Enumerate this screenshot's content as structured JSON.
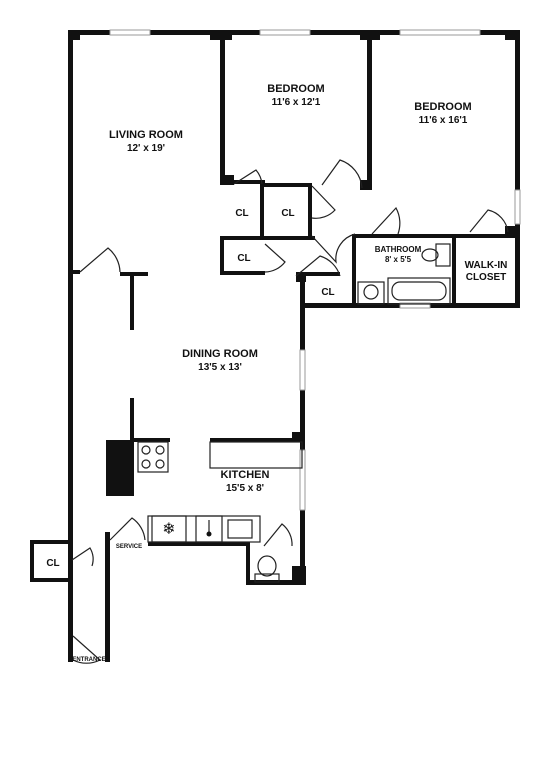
{
  "rooms": {
    "living_room": {
      "name": "LIVING ROOM",
      "size": "12' x 19'"
    },
    "bedroom_1": {
      "name": "BEDROOM",
      "size": "11'6 x 12'1"
    },
    "bedroom_2": {
      "name": "BEDROOM",
      "size": "11'6 x 16'1"
    },
    "dining_room": {
      "name": "DINING ROOM",
      "size": "13'5 x 13'"
    },
    "kitchen": {
      "name": "KITCHEN",
      "size": "15'5 x 8'"
    },
    "bathroom": {
      "name": "BATHROOM",
      "size": "8' x 5'5"
    },
    "walk_in_closet": {
      "name_line1": "WALK-IN",
      "name_line2": "CLOSET"
    }
  },
  "closets": {
    "cl_1": "CL",
    "cl_2": "CL",
    "cl_3": "CL",
    "cl_4": "CL",
    "cl_5": "CL"
  },
  "doors": {
    "service": "SERVICE",
    "entrance": "ENTRANCE"
  },
  "icons": [
    "stove-icon",
    "sink-icon",
    "snowflake-icon",
    "toilet-icon",
    "bathtub-icon"
  ]
}
